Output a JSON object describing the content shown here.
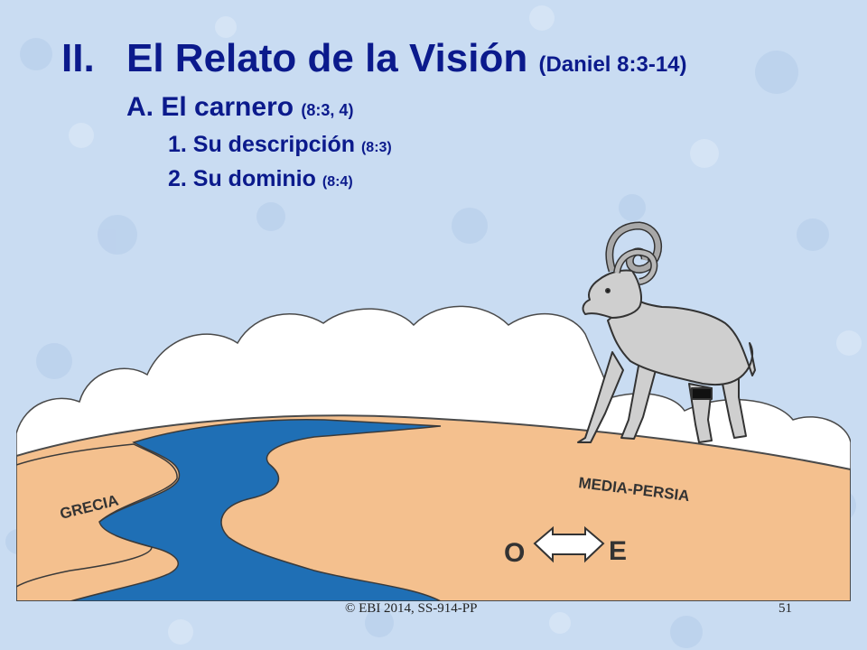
{
  "title": {
    "numeral": "II.",
    "text": "El Relato de la Visión",
    "ref": "(Daniel 8:3-14)"
  },
  "subheading": {
    "label": "A. El carnero",
    "ref": "(8:3, 4)"
  },
  "points": [
    {
      "label": "1. Su descripción",
      "ref": "(8:3)"
    },
    {
      "label": "2. Su dominio",
      "ref": "(8:4)"
    }
  ],
  "map": {
    "west_region": "GRECIA",
    "east_region": "MEDIA-PERSIA",
    "west_letter": "O",
    "east_letter": "E"
  },
  "footer": {
    "copyright": "© EBI 2014, SS-914-PP",
    "page_number": "51"
  },
  "colors": {
    "heading": "#0b1a8c",
    "background": "#c9dcf2",
    "land": "#f4c08e",
    "sea": "#1f6fb5",
    "cloud": "#ffffff",
    "ram": "#cfcfcf"
  }
}
